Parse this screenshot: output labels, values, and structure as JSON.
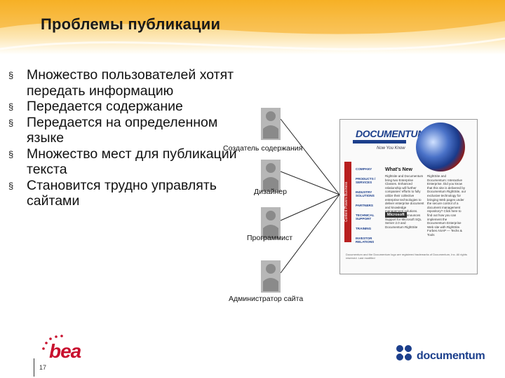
{
  "slide": {
    "title": "Проблемы публикации",
    "page_number": "17"
  },
  "bullets": [
    "Множество пользователей хотят передать информацию",
    "Передается содержание",
    "Передается на определенном языке",
    "Множество мест для публикации текста",
    "Становится трудно управлять сайтами"
  ],
  "bullet_marker": "§",
  "roles": [
    "Создатель содержания",
    "Дизайнер",
    "Программист",
    "Администратор сайта"
  ],
  "screenshot": {
    "logo": "DOCUMENTUM",
    "tagline": "Now You Know",
    "side_banner": "Content Powers Business",
    "heading": "What's New",
    "nav_items": [
      "COMPANY",
      "PRODUCTS / SERVICES",
      "INDUSTRY SOLUTIONS",
      "PARTNERS",
      "TECHNICAL SUPPORT",
      "TRAINING",
      "INVESTOR RELATIONS"
    ],
    "ms_label": "Microsoft",
    "col1": "Rightsite and Documentum bring two Enterprise Classes. Enhanced relationship will further companies' efforts to fully utilize their collective enterprise technologies to deliver enterprise document and knowledge management solutions. Documentum Announces Support for Microsoft SQL Server 2.0 and Documentum RightSite",
    "col2": "RightSite and Documentum: Interactive Enterprise. Did you know that this site is delivered by Documentum RightSite, our exclusive technology for bringing Web pages under the secure control of a document management repository? Click here to find out how you can implement the Documentum Enterprise Web site with RightSite. Forbes ASAP — Techs & Tools",
    "footer": "Documentum and the Documentum logo are registered trademarks of Documentum, Inc. All rights reserved. Last modified"
  },
  "logos": {
    "left": "bea",
    "right": "documentum"
  },
  "colors": {
    "header_gold": "#f7b934",
    "bea_red": "#c8102e",
    "documentum_blue": "#1c3f8c"
  }
}
